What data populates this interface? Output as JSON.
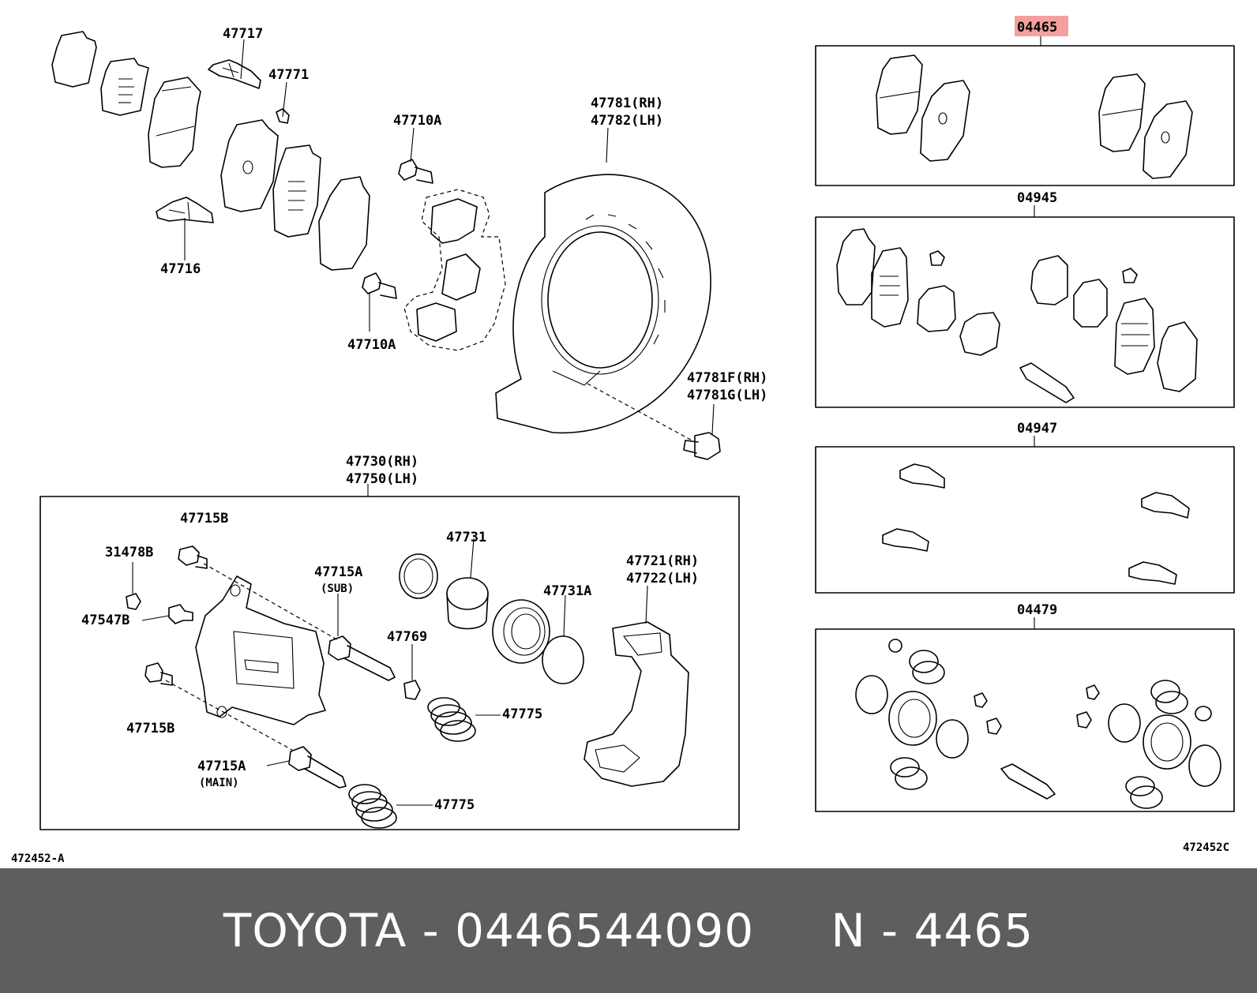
{
  "labels": {
    "p47717": "47717",
    "p47771": "47771",
    "p47716": "47716",
    "p47710a_top": "47710A",
    "p47710a_bottom": "47710A",
    "p47781": "47781(RH)",
    "p47782": "47782(LH)",
    "p47781f": "47781F(RH)",
    "p47781g": "47781G(LH)",
    "p47730": "47730(RH)",
    "p47750": "47750(LH)",
    "p47715b_top": "47715B",
    "p31478b": "31478B",
    "p47547b": "47547B",
    "p47715a_sub": "47715A",
    "sub": "(SUB)",
    "p47769": "47769",
    "p47731": "47731",
    "p47731a": "47731A",
    "p47721": "47721(RH)",
    "p47722": "47722(LH)",
    "p47775_a": "47775",
    "p47775_b": "47775",
    "p47715b_bottom": "47715B",
    "p47715a_main": "47715A",
    "main": "(MAIN)",
    "kit_04465": "04465",
    "kit_04945": "04945",
    "kit_04947": "04947",
    "kit_04479": "04479",
    "ref_left": "472452-A",
    "ref_right": "472452C"
  },
  "highlight_color": "#f4a0a0",
  "footer": {
    "brand": "TOYOTA",
    "separator1": " - ",
    "part_number": "0446544090",
    "gap": "     ",
    "code_prefix": "N",
    "separator2": " - ",
    "code_number": "4465"
  }
}
